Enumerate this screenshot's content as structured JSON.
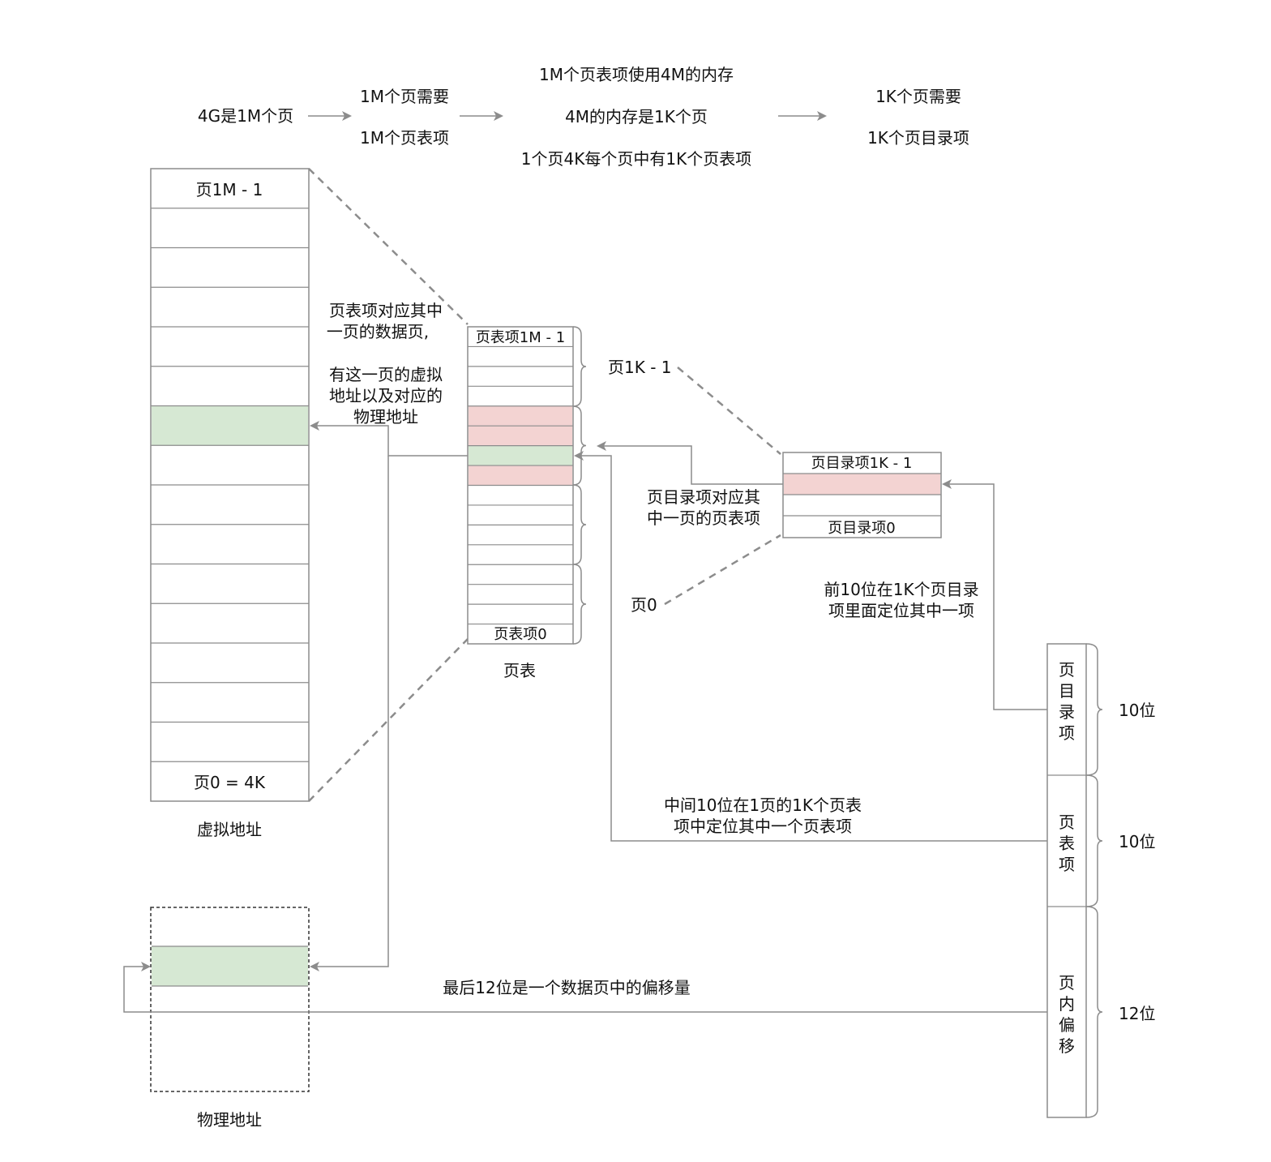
{
  "colors": {
    "green_fill": "#d6e8d3",
    "red_fill": "#f3d3d2",
    "line": "#8c8c8c"
  },
  "top_flow": {
    "step1": "4G是1M个页",
    "step2_line1": "1M个页需要",
    "step2_line2": "1M个页表项",
    "step3_line1": "1M个页表项使用4M的内存",
    "step3_line2": "4M的内存是1K个页",
    "step3_line3": "1个页4K每个页中有1K个页表项",
    "step4_line1": "1K个页需要",
    "step4_line2": "1K个页目录项"
  },
  "virtual": {
    "top_label": "页1M - 1",
    "bottom_label": "页0 = 4K",
    "caption": "虚拟地址"
  },
  "physical": {
    "caption": "物理地址"
  },
  "page_table": {
    "top_label": "页表项1M - 1",
    "bottom_label": "页表项0",
    "caption": "页表",
    "group_top_label": "页1K - 1",
    "group_bottom_label": "页0"
  },
  "page_directory": {
    "top_label": "页目录项1K - 1",
    "bottom_label": "页目录项0"
  },
  "notes": {
    "pte_note_line1": "页表项对应其中",
    "pte_note_line2": "一页的数据页,",
    "pte_note_line3": "有这一页的虚拟",
    "pte_note_line4": "地址以及对应的",
    "pte_note_line5": "物理地址",
    "pde_note_line1": "页目录项对应其",
    "pde_note_line2": "中一页的页表项",
    "first10_line1": "前10位在1K个页目录",
    "first10_line2": "项里面定位其中一项",
    "mid10_line1": "中间10位在1页的1K个页表",
    "mid10_line2": "项中定位其中一个页表项",
    "last12": "最后12位是一个数据页中的偏移量"
  },
  "address_bits": {
    "field1_chars": [
      "页",
      "目",
      "录",
      "项"
    ],
    "field1_bits": "10位",
    "field2_chars": [
      "页",
      "表",
      "项"
    ],
    "field2_bits": "10位",
    "field3_chars": [
      "页",
      "内",
      "偏",
      "移"
    ],
    "field3_bits": "12位"
  }
}
